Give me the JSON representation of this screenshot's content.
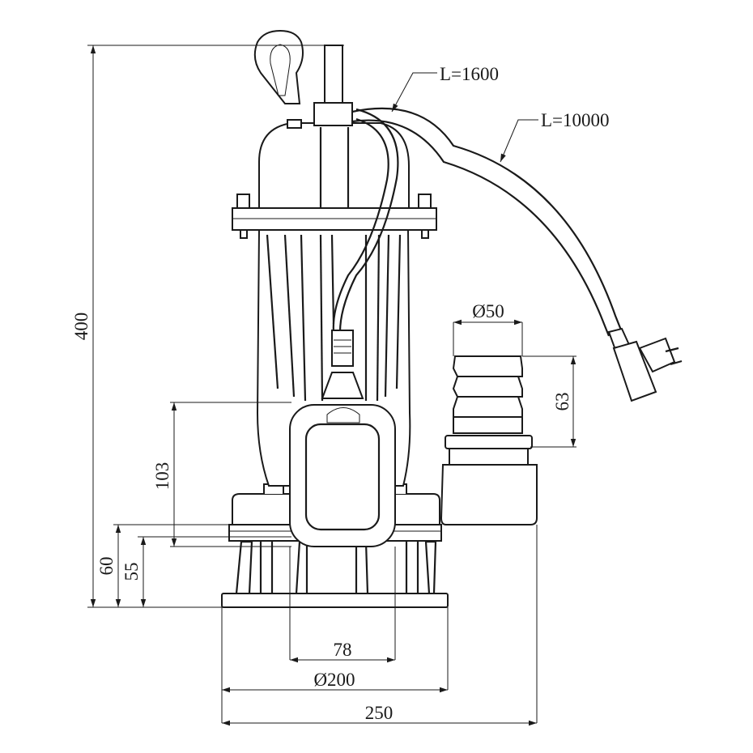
{
  "dimensions": {
    "height_total": "400",
    "float_height": "103",
    "dim_60": "60",
    "dim_55": "55",
    "width_78": "78",
    "diameter_200": "Ø200",
    "width_250": "250",
    "outlet_diameter": "Ø50",
    "outlet_height": "63"
  },
  "cables": {
    "float_cable_length": "L=1600",
    "power_cable_length": "L=10000"
  }
}
